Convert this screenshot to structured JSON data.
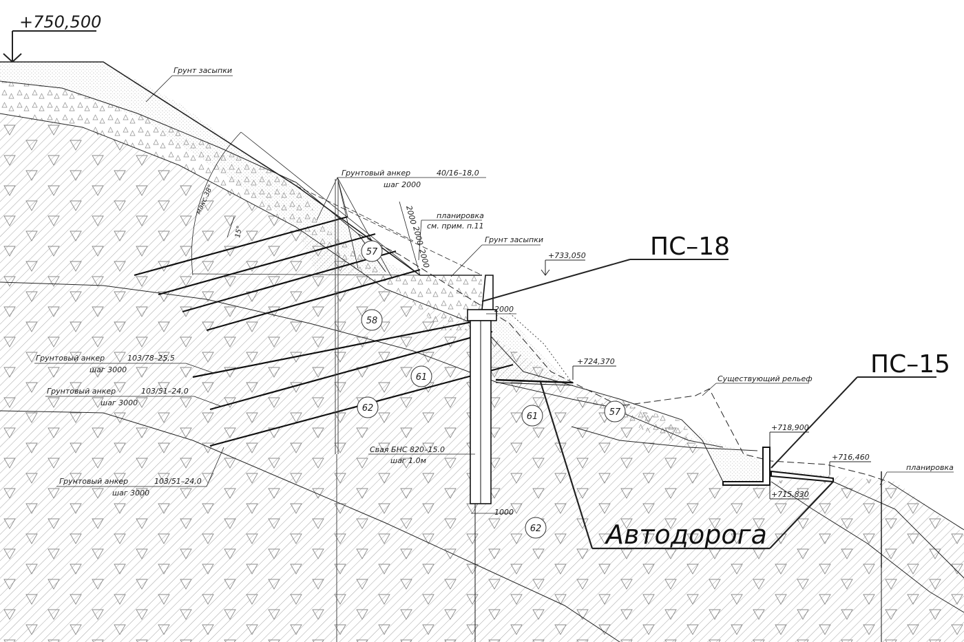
{
  "elevations": {
    "top": "+750,500",
    "berm_ps18": "+733,050",
    "road_upper": "+724,370",
    "ps15_top": "+718,900",
    "road_lower": "+716,460",
    "ps15_bottom": "+715,830"
  },
  "labels": {
    "backfill_top": "Грунт засыпки",
    "backfill_mid": "Грунт засыпки",
    "anchor_top_name": "Грунтовый анкер",
    "anchor_top_spec": "40/16–18,0",
    "anchor_top_step": "шаг 2000",
    "grading_top_1": "планировка",
    "grading_top_2": "см. прим. п.11",
    "anchor_a_name": "Грунтовый анкер",
    "anchor_a_spec": "103/78–25,5",
    "anchor_a_step": "шаг 3000",
    "anchor_b_name": "Грунтовый анкер",
    "anchor_b_spec": "103/51–24,0",
    "anchor_b_step": "шаг 3000",
    "anchor_c_name": "Грунтовый анкер",
    "anchor_c_spec": "103/51–24,0",
    "anchor_c_step": "шаг 3000",
    "pile_name": "Свая БНС 820–15.0",
    "pile_step": "шаг 1.0м",
    "existing_relief": "Существующий рельеф",
    "grading_right": "планировка",
    "angle_max": "макс.38°",
    "angle_15": "15°",
    "dim_2000_a": "2000",
    "dim_2000_b": "2000",
    "dim_2000_c": "2000",
    "dim_2000_d": "2000",
    "dim_1000": "1000"
  },
  "structures": {
    "ps18": "ПС–18",
    "ps15": "ПС–15",
    "road": "Автодорога"
  },
  "soil_layers": {
    "l57a": "57",
    "l58": "58",
    "l61a": "61",
    "l62a": "62",
    "l61b": "61",
    "l57b": "57",
    "l62b": "62"
  }
}
